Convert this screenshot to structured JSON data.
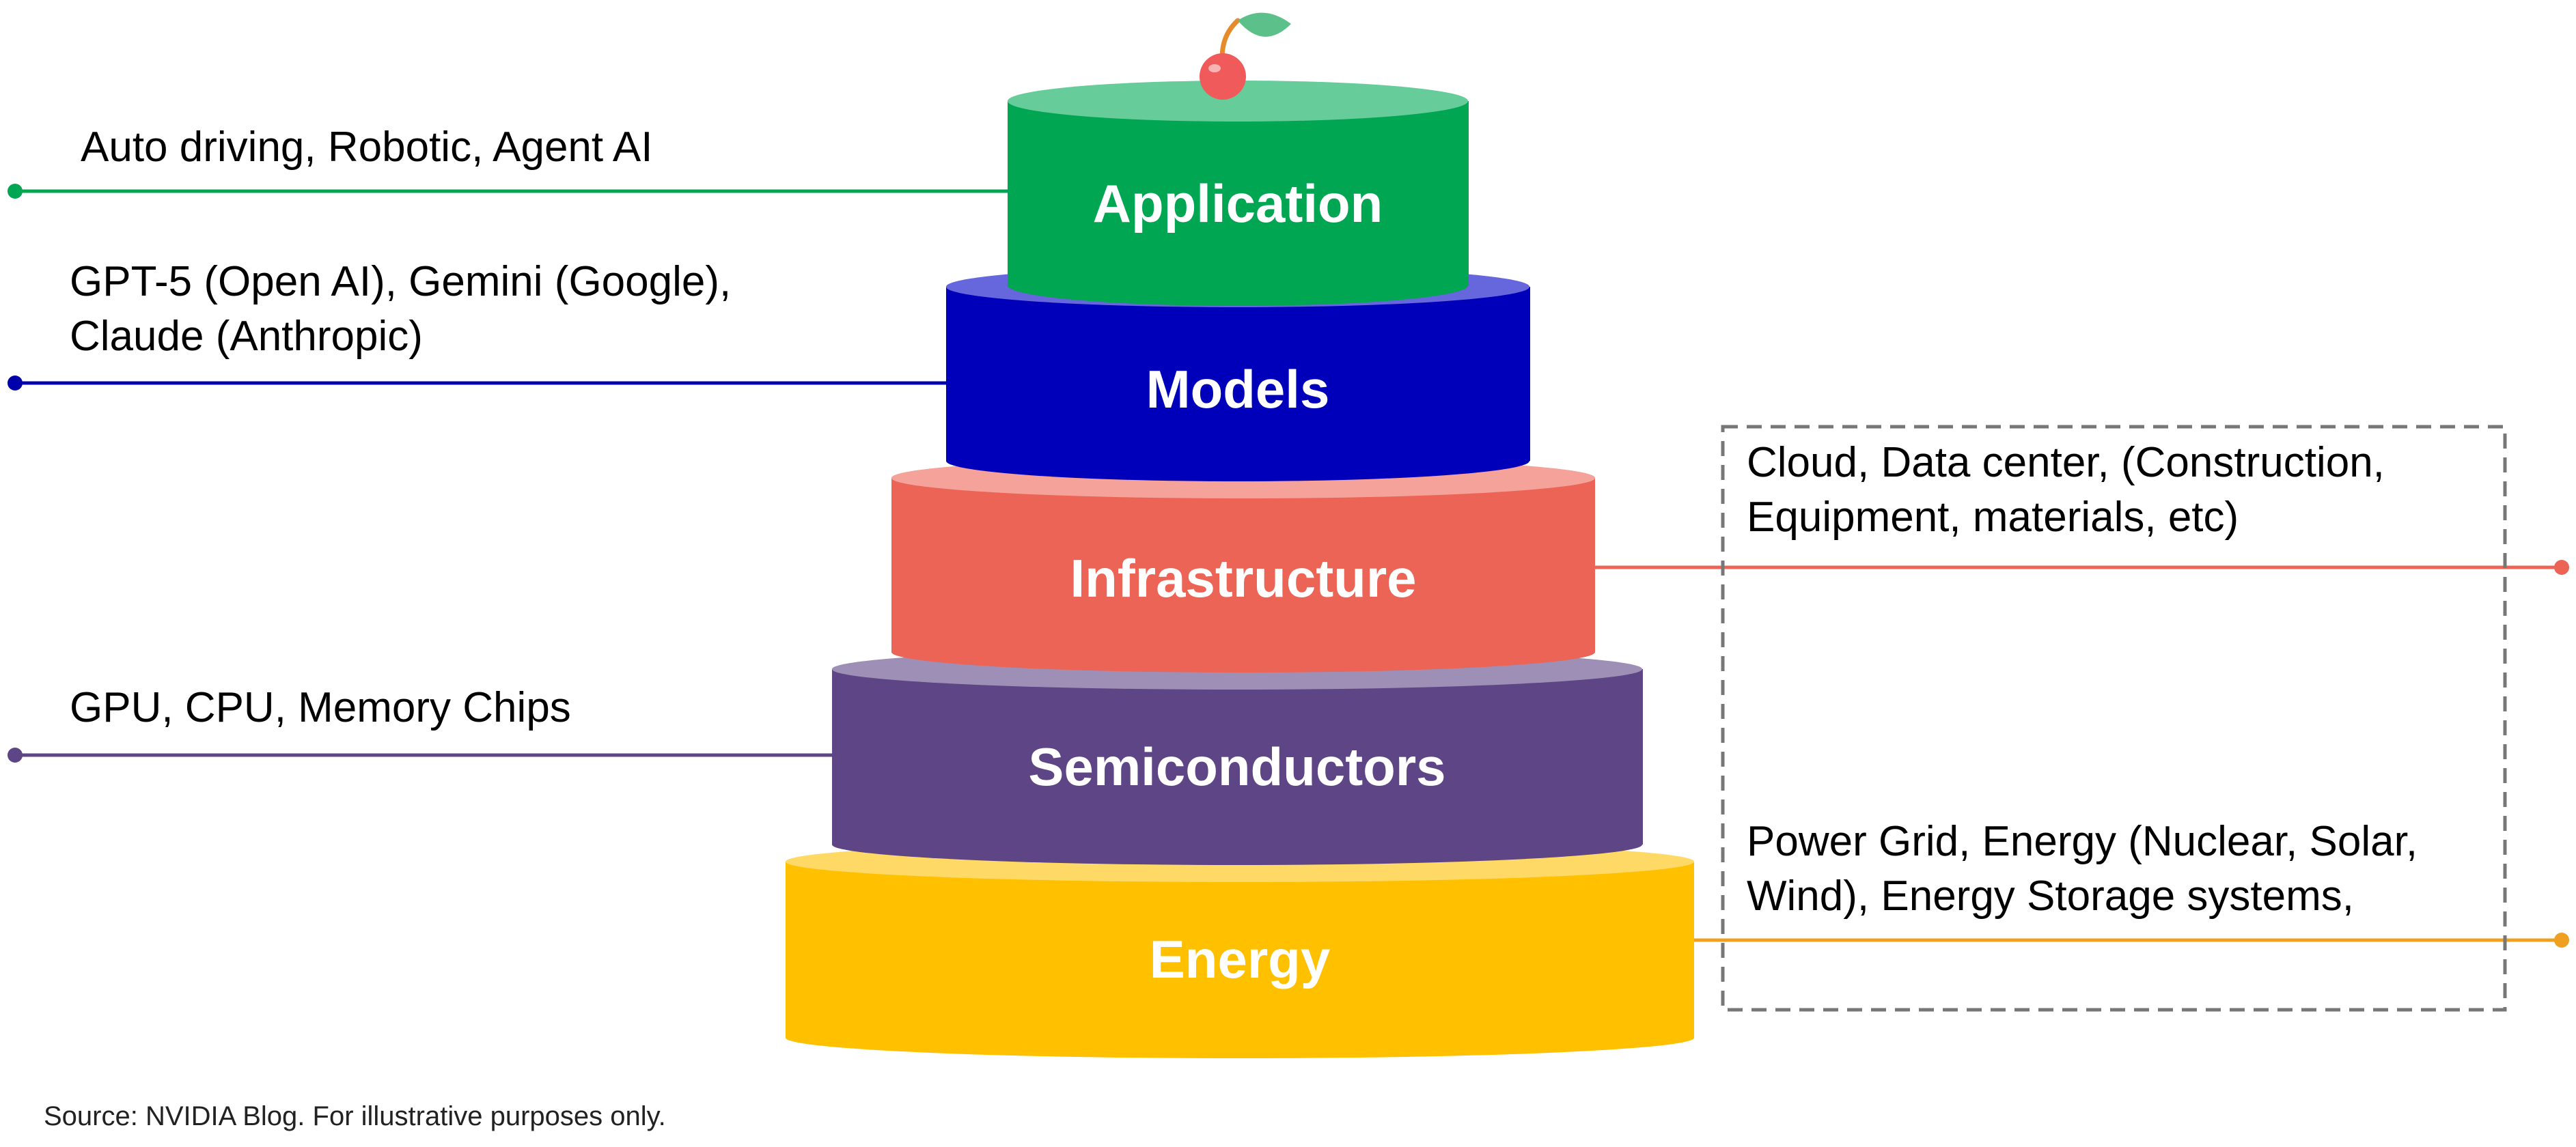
{
  "tiers": [
    {
      "label": "Application",
      "color": "#00A651",
      "top_color": "#66CC9A"
    },
    {
      "label": "Models",
      "color": "#0000BB",
      "top_color": "#6666DD"
    },
    {
      "label": "Infrastructure",
      "color": "#EB6456",
      "top_color": "#F4A29A"
    },
    {
      "label": "Semiconductors",
      "color": "#5E4585",
      "top_color": "#9E8FB6"
    },
    {
      "label": "Energy",
      "color": "#FFC000",
      "top_color": "#FFD966"
    }
  ],
  "descriptions": {
    "application": [
      "Auto driving, Robotic, Agent AI"
    ],
    "models": [
      "GPT-5 (Open AI), Gemini (Google),",
      "Claude (Anthropic)"
    ],
    "infrastructure": [
      "Cloud, Data center, (Construction,",
      "Equipment, materials, etc)"
    ],
    "semiconductors": [
      "GPU, CPU, Memory Chips"
    ],
    "energy": [
      "Power Grid, Energy (Nuclear, Solar,",
      "Wind), Energy Storage systems,"
    ]
  },
  "line_colors": {
    "application": "#00A651",
    "models": "#0000AA",
    "infrastructure": "#EB6456",
    "semiconductors": "#5E4585",
    "energy": "#F0A020"
  },
  "cherry_colors": {
    "fruit": "#F05A5A",
    "leaf": "#5CC08A",
    "stem": "#E58B2A"
  },
  "source": "Source: NVIDIA Blog. For illustrative purposes only."
}
